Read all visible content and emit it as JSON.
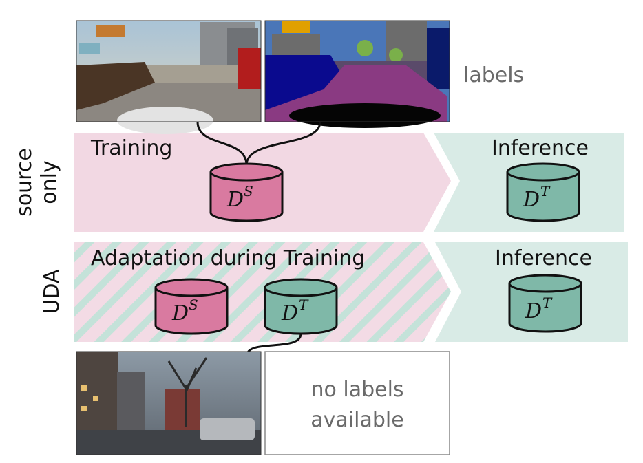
{
  "labels_text": "labels",
  "rows": {
    "source_only": {
      "side_label_line1": "source",
      "side_label_line2": "only",
      "training_label": "Training",
      "inference_label": "Inference",
      "train_db": {
        "symbol": "D",
        "superscript": "S"
      },
      "infer_db": {
        "symbol": "D",
        "superscript": "T"
      }
    },
    "uda": {
      "side_label": "UDA",
      "training_label": "Adaptation during Training",
      "inference_label": "Inference",
      "source_db": {
        "symbol": "D",
        "superscript": "S"
      },
      "target_db": {
        "symbol": "D",
        "superscript": "T"
      },
      "infer_db": {
        "symbol": "D",
        "superscript": "T"
      }
    }
  },
  "no_labels_text": {
    "line1": "no labels",
    "line2": "available"
  },
  "images": {
    "source_photo": "driving-game-scene",
    "source_labels": "segmentation-label-map",
    "target_photo": "foggy-city-street"
  },
  "colors": {
    "training_band": "#f2d8e3",
    "inference_band": "#d9ebe6",
    "source_cylinder": "#d97aa0",
    "target_cylinder": "#7fb8a8",
    "stripe_pink": "#f0cfdc",
    "stripe_teal": "#bfe0d6"
  }
}
